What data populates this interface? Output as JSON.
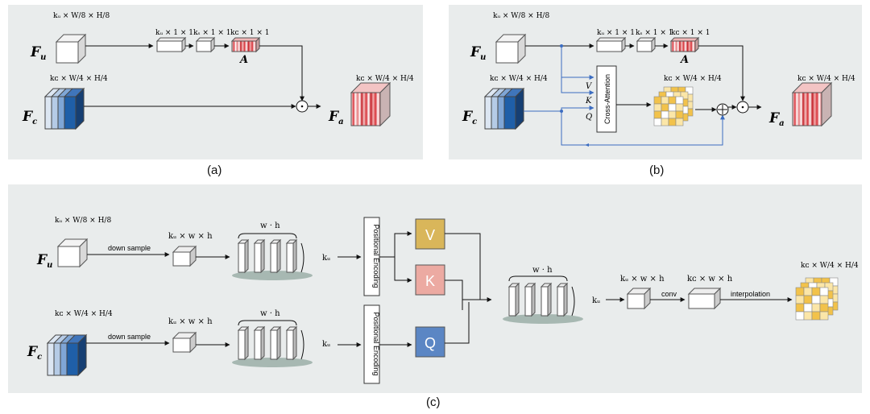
{
  "panels": {
    "a": {
      "caption": "(a)"
    },
    "b": {
      "caption": "(b)"
    },
    "c": {
      "caption": "(c)"
    }
  },
  "labels": {
    "F": "F",
    "sub_u": "u",
    "sub_c": "c",
    "sub_a": "a",
    "A": "A",
    "dim_top": "kᵤ × W/8 × H/8",
    "dim_c": "kᴄ × W/4 × H/4",
    "conv_ku": "kᵤ × 1 × 1",
    "conv_ks": "kₛ × 1 × 1",
    "conv_kc": "kᴄ × 1 × 1",
    "cross_attention": "Cross-Attention",
    "V": "V",
    "K": "K",
    "Q": "Q",
    "down_sample": "down sample",
    "ku_w_h": "kᵤ × w × h",
    "kc_w_h": "kᴄ × w × h",
    "w_dot_h": "w · h",
    "ku": "kᵤ",
    "positional_encoding": "Positional Encoding",
    "conv": "conv",
    "interpolation": "interpolation"
  },
  "colors": {
    "panel_bg": "#e9ecec",
    "blue_dark": "#1f5fa8",
    "blue_mid": "#5f8fc9",
    "blue_light": "#b5cbe6",
    "stripe_red": "#d8333a",
    "V_fill": "#d9b65a",
    "K_fill": "#ecaaa2",
    "Q_fill": "#5b86c4",
    "grid_yellow": "#f2c24a",
    "grid_light": "#fbe6a8",
    "line_blue": "#3b6cc1"
  }
}
